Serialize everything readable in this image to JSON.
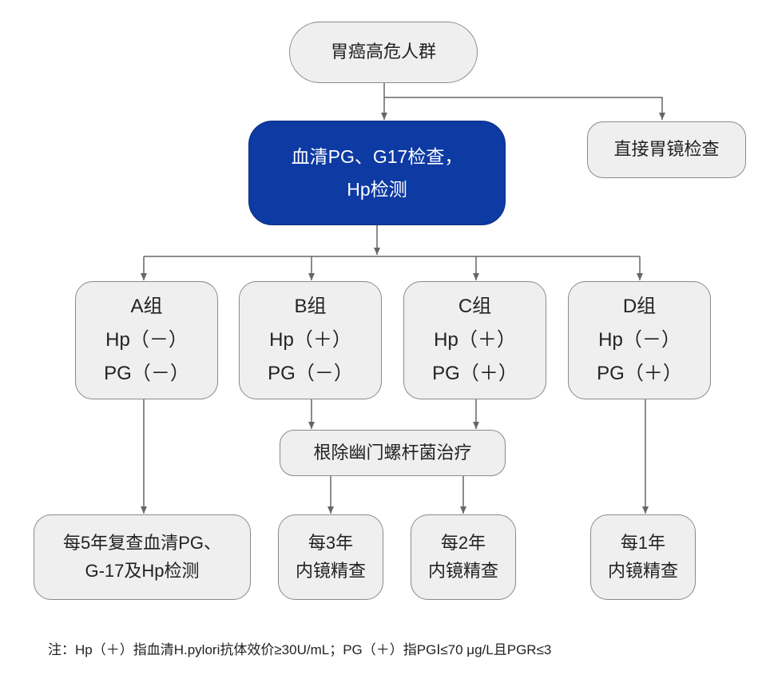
{
  "nodes": {
    "high_risk": {
      "label": "胃癌高危人群"
    },
    "screening": {
      "line1": "血清PG、G17检查，",
      "line2": "Hp检测"
    },
    "direct_endoscopy": {
      "label": "直接胃镜检查"
    },
    "groups": [
      {
        "title": "A组",
        "hp": "Hp（－）",
        "pg": "PG（－）"
      },
      {
        "title": "B组",
        "hp": "Hp（＋）",
        "pg": "PG（－）"
      },
      {
        "title": "C组",
        "hp": "Hp（＋）",
        "pg": "PG（＋）"
      },
      {
        "title": "D组",
        "hp": "Hp（－）",
        "pg": "PG（＋）"
      }
    ],
    "eradication": {
      "label": "根除幽门螺杆菌治疗"
    },
    "outcomes": [
      {
        "line1": "每5年复查血清PG、",
        "line2": "G-17及Hp检测"
      },
      {
        "line1": "每3年",
        "line2": "内镜精查"
      },
      {
        "line1": "每2年",
        "line2": "内镜精查"
      },
      {
        "line1": "每1年",
        "line2": "内镜精查"
      }
    ]
  },
  "footnote": "注：Hp（＋）指血清H.pylori抗体效价≥30U/mL；PG（＋）指PGⅠ≤70 μg/L且PGR≤3",
  "colors": {
    "primary_fill": "#0d3aa3",
    "node_fill": "#efefef",
    "node_border": "#8a8a8a",
    "connector": "#666666"
  }
}
